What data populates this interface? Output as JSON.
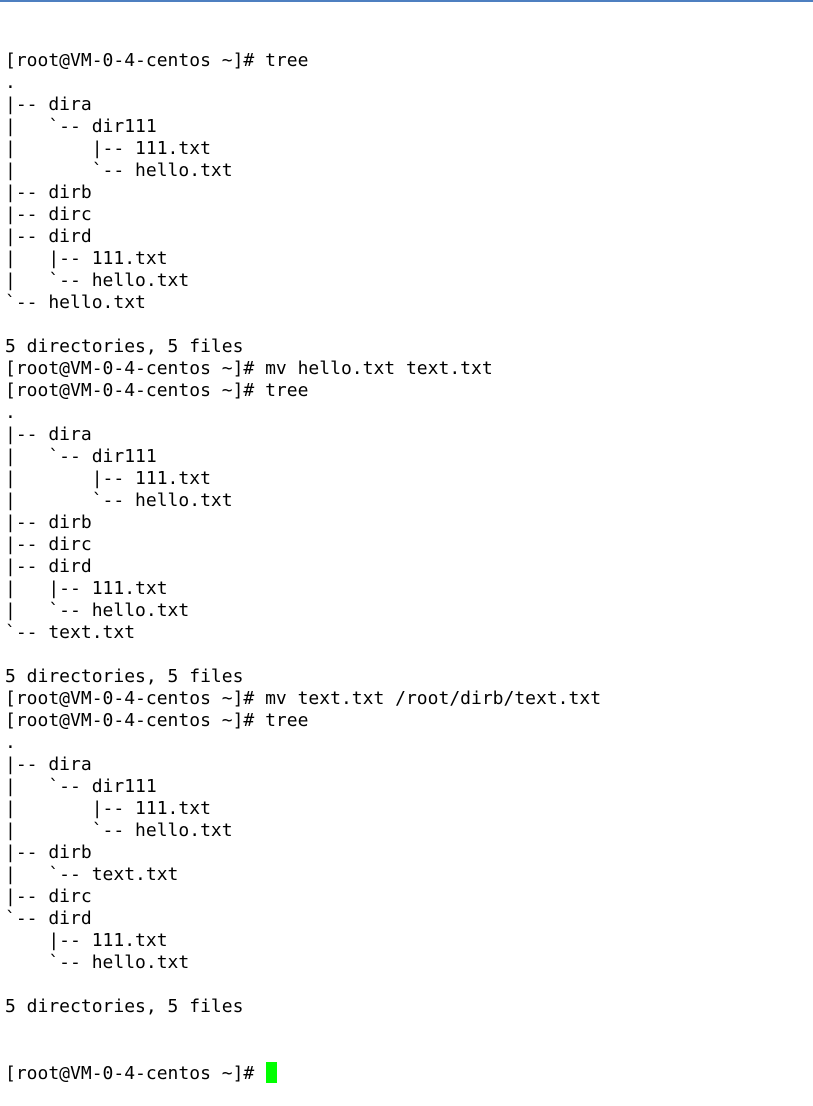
{
  "terminal": {
    "lines": [
      "[root@VM-0-4-centos ~]# tree",
      ".",
      "|-- dira",
      "|   `-- dir111",
      "|       |-- 111.txt",
      "|       `-- hello.txt",
      "|-- dirb",
      "|-- dirc",
      "|-- dird",
      "|   |-- 111.txt",
      "|   `-- hello.txt",
      "`-- hello.txt",
      "",
      "5 directories, 5 files",
      "[root@VM-0-4-centos ~]# mv hello.txt text.txt",
      "[root@VM-0-4-centos ~]# tree",
      ".",
      "|-- dira",
      "|   `-- dir111",
      "|       |-- 111.txt",
      "|       `-- hello.txt",
      "|-- dirb",
      "|-- dirc",
      "|-- dird",
      "|   |-- 111.txt",
      "|   `-- hello.txt",
      "`-- text.txt",
      "",
      "5 directories, 5 files",
      "[root@VM-0-4-centos ~]# mv text.txt /root/dirb/text.txt",
      "[root@VM-0-4-centos ~]# tree",
      ".",
      "|-- dira",
      "|   `-- dir111",
      "|       |-- 111.txt",
      "|       `-- hello.txt",
      "|-- dirb",
      "|   `-- text.txt",
      "|-- dirc",
      "`-- dird",
      "    |-- 111.txt",
      "    `-- hello.txt",
      "",
      "5 directories, 5 files"
    ],
    "prompt": "[root@VM-0-4-centos ~]# ",
    "cursor_color": "#00ff00",
    "accent_rule_color": "#4d7fc0"
  }
}
